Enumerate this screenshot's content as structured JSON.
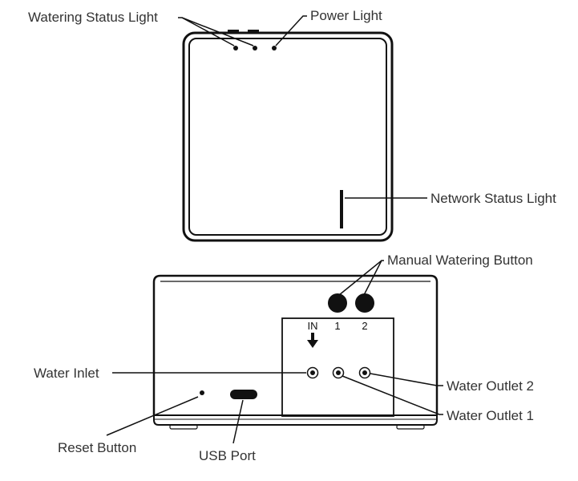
{
  "labels": {
    "watering_status_light": "Watering Status Light",
    "power_light": "Power Light",
    "network_status_light": "Network Status Light",
    "manual_watering_button": "Manual Watering Button",
    "water_inlet": "Water Inlet",
    "water_outlet_2": "Water Outlet 2",
    "water_outlet_1": "Water Outlet 1",
    "reset_button": "Reset Button",
    "usb_port": "USB Port"
  },
  "port_labels": {
    "inlet": "IN",
    "outlet_1": "1",
    "outlet_2": "2"
  },
  "colors": {
    "outline": "#111111",
    "label_text": "#333333",
    "background": "#ffffff"
  }
}
